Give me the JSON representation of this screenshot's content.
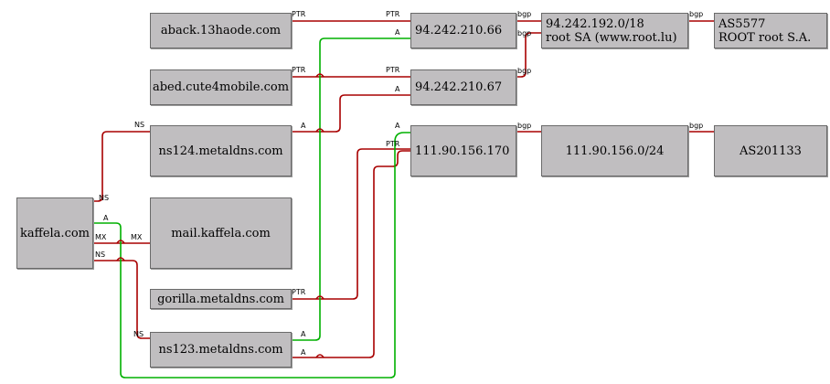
{
  "colors": {
    "red_edge": "#a80000",
    "green_edge": "#00b000",
    "node_fill": "#c0bec0"
  },
  "nodes": {
    "aback": "aback.13haode.com",
    "abed": "abed.cute4mobile.com",
    "ns124": "ns124.metaldns.com",
    "kaffela": "kaffela.com",
    "mail": "mail.kaffela.com",
    "gorilla": "gorilla.metaldns.com",
    "ns123": "ns123.metaldns.com",
    "ip66": "94.242.210.66",
    "ip67": "94.242.210.67",
    "ip170": "111.90.156.170",
    "net_root": {
      "line1": "94.242.192.0/18",
      "line2": "root SA (www.root.lu)"
    },
    "net_111": "111.90.156.0/24",
    "as5577": {
      "line1": "AS5577",
      "line2": "ROOT root S.A."
    },
    "as201133": "AS201133"
  },
  "edge_labels": {
    "ptr": "PTR",
    "a": "A",
    "ns": "NS",
    "mx": "MX",
    "bgp": "bgp"
  }
}
